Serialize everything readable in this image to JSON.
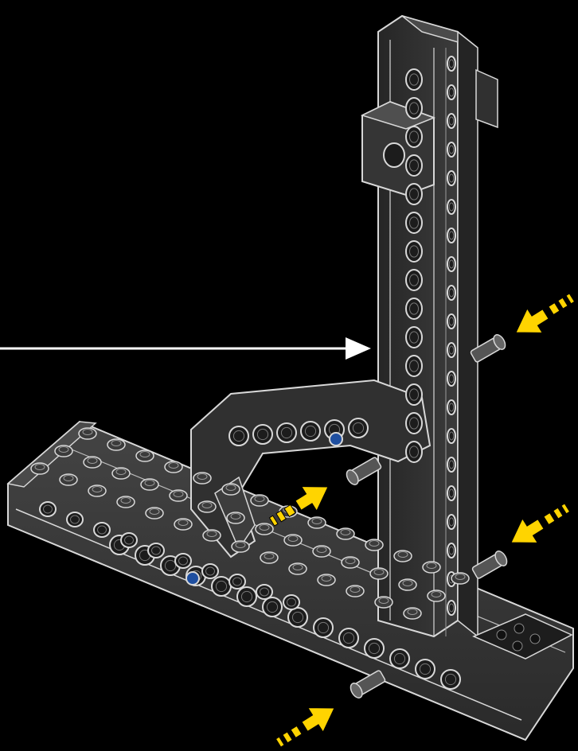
{
  "colors": {
    "background": "#000000",
    "brick_dark": "#2b2b2b",
    "brick_mid": "#3a3a3a",
    "brick_light": "#555555",
    "outline": "#d8d8d8",
    "hole_fill": "#1c1c1c",
    "pin_blue": "#1f4fa0",
    "arrow_yellow": "#ffd400",
    "pointer_line": "#ffffff"
  },
  "illustration": {
    "subject": "lego-technic-build-step",
    "callout_arrows": [
      "arrow-upper-right",
      "arrow-mid-left",
      "arrow-lower-right",
      "arrow-bottom"
    ],
    "blue_pins": 2
  }
}
